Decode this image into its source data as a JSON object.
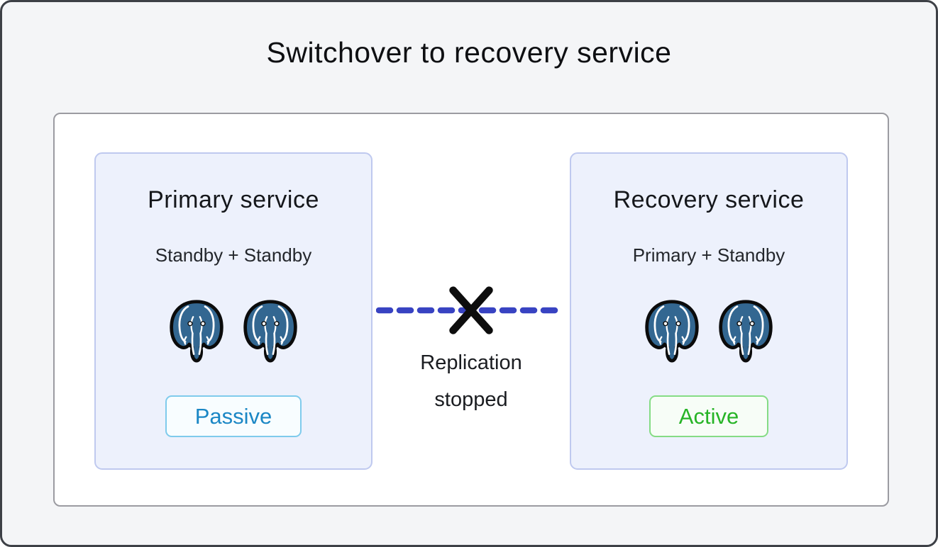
{
  "title": "Switchover to recovery service",
  "primary_service": {
    "title": "Primary service",
    "subtitle": "Standby + Standby",
    "status": "Passive",
    "status_color": "#1b87c5",
    "icons": [
      "postgresql-elephant-icon",
      "postgresql-elephant-icon"
    ]
  },
  "recovery_service": {
    "title": "Recovery service",
    "subtitle": "Primary + Standby",
    "status": "Active",
    "status_color": "#27b427",
    "icons": [
      "postgresql-elephant-icon",
      "postgresql-elephant-icon"
    ]
  },
  "connector": {
    "label": "Replication stopped",
    "icon": "x-cross-icon",
    "line_color": "#3843c2"
  },
  "colors": {
    "postgres_blue": "#336791",
    "passive_border": "#7fcbec",
    "active_border": "#85dc85",
    "box_background": "#edf1fc",
    "box_border": "#bfc9ef"
  }
}
